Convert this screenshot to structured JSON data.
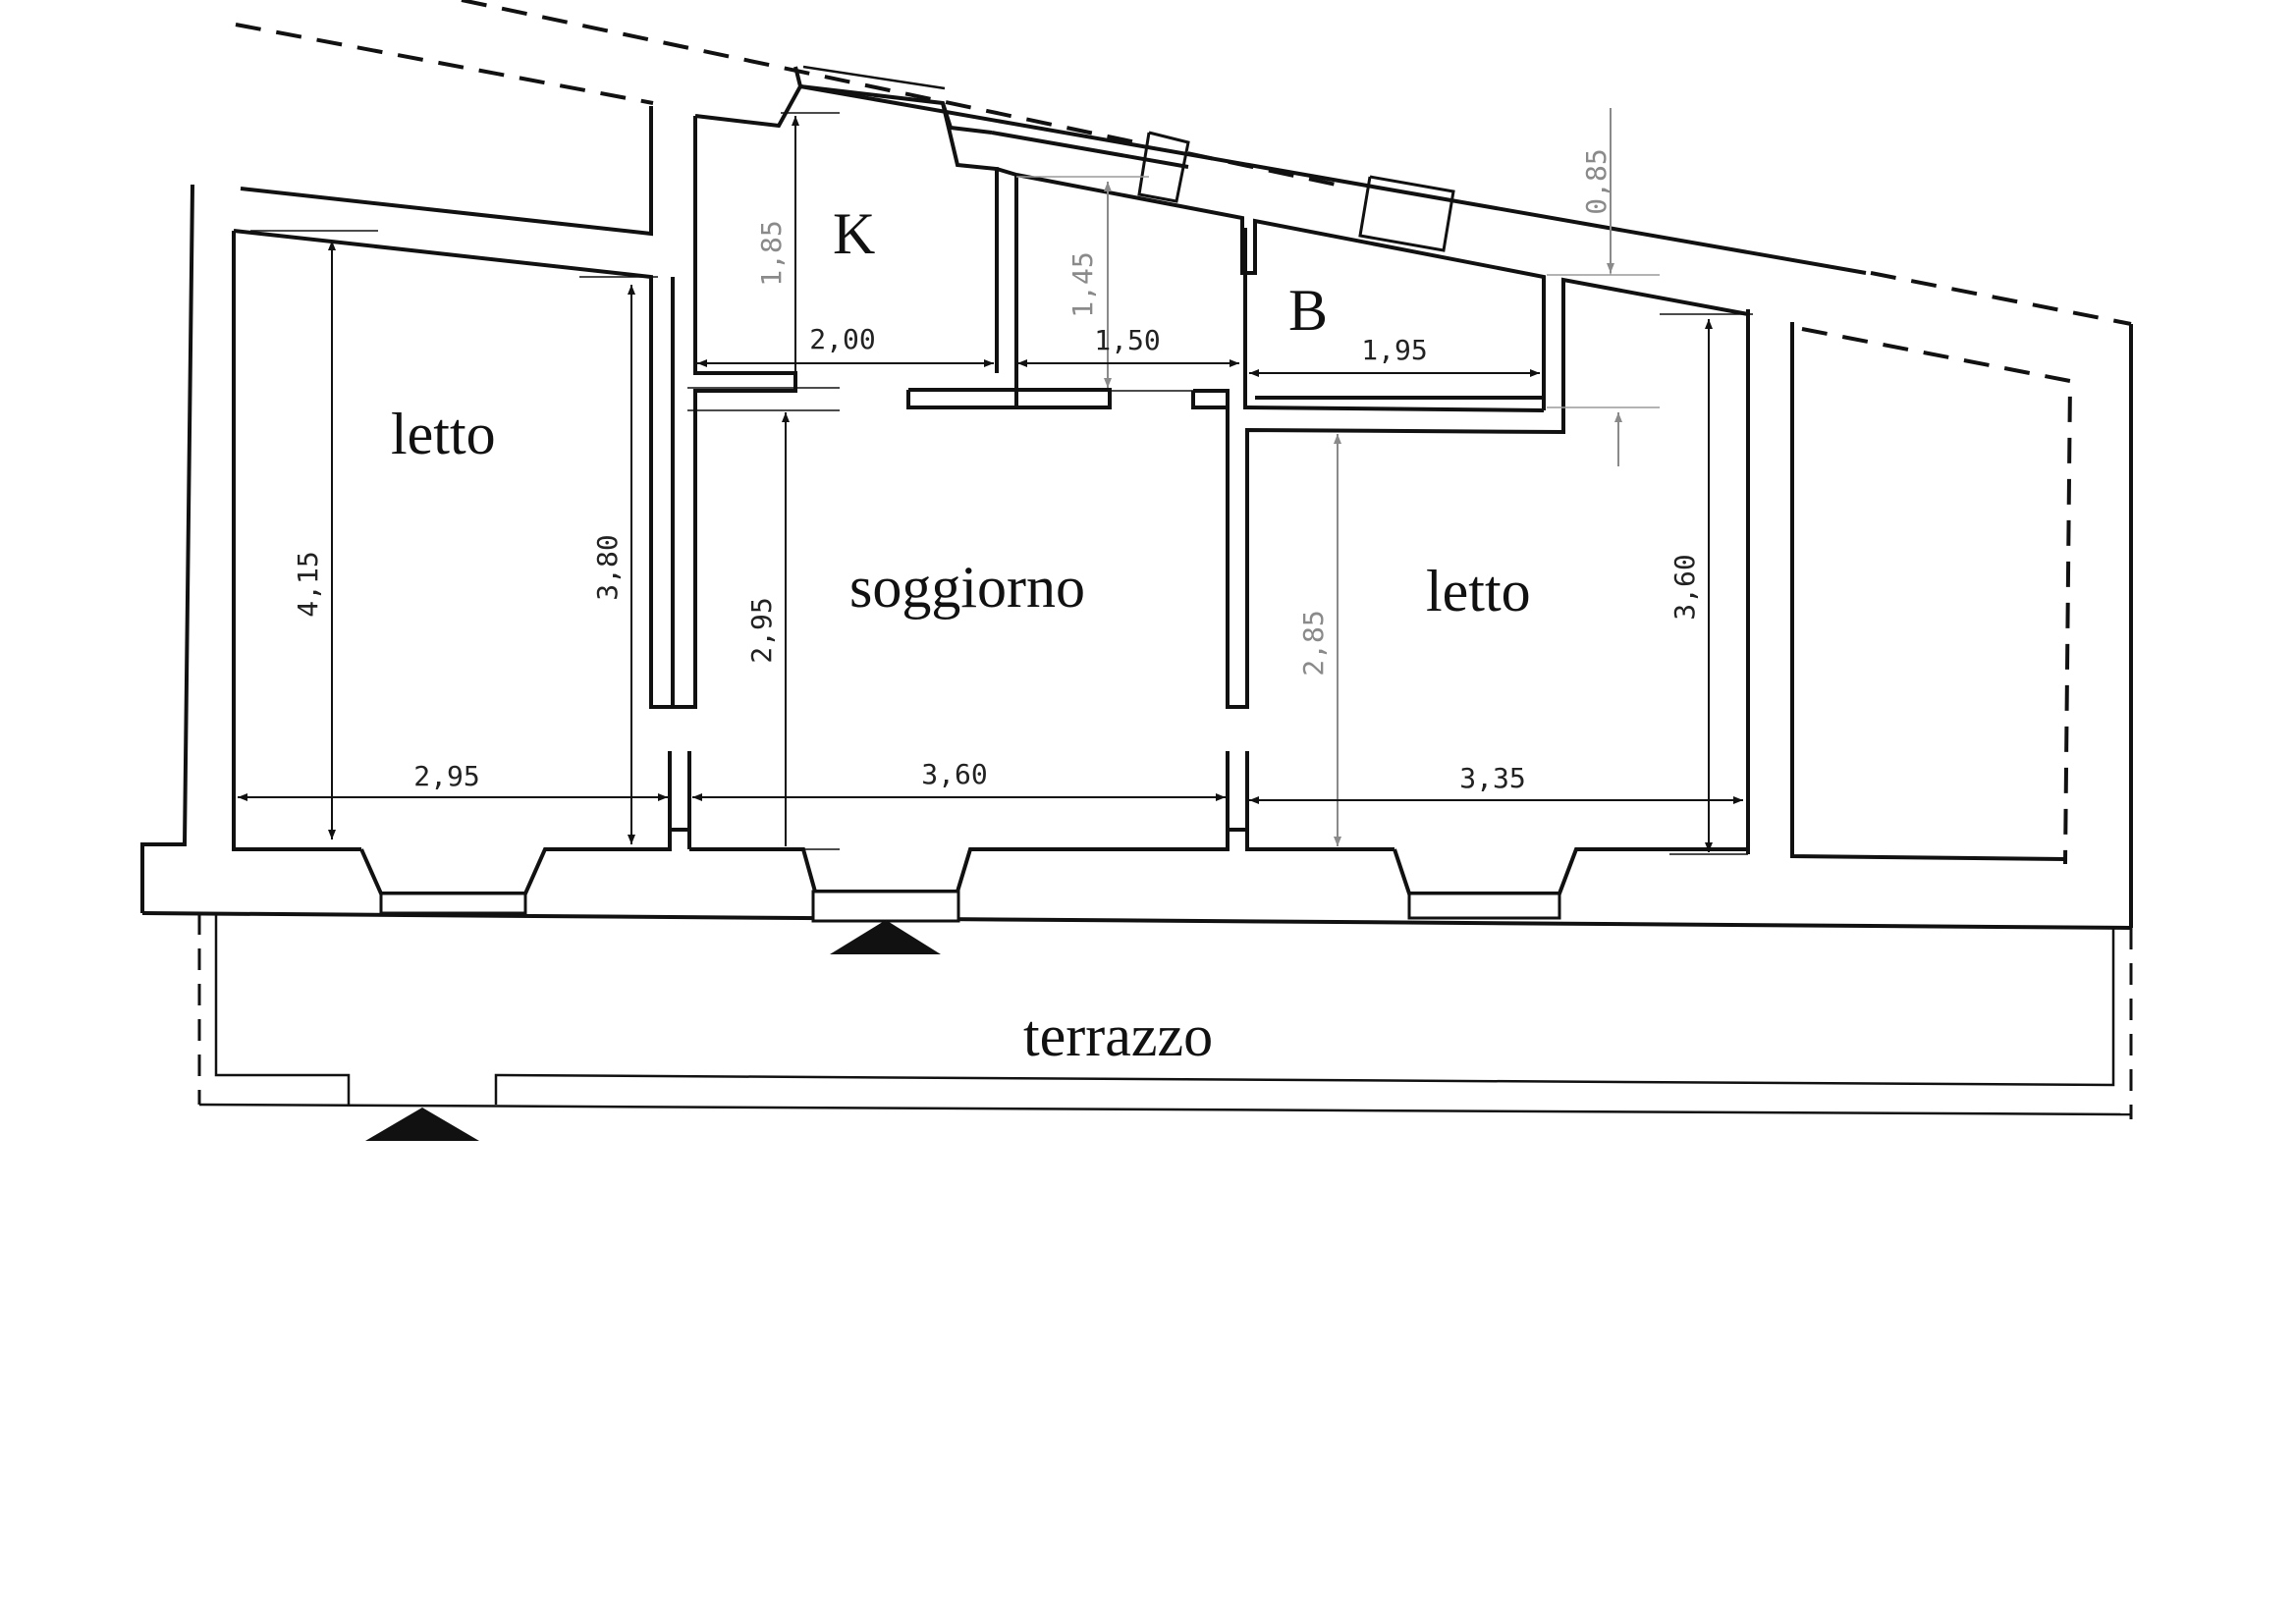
{
  "rooms": {
    "bedroom_left": "letto",
    "kitchen": "K",
    "living": "soggiorno",
    "bathroom": "B",
    "bedroom_right": "letto",
    "terrace": "terrazzo"
  },
  "dimensions": {
    "bedroom_left_height_outer": "4,15",
    "bedroom_left_height_inner": "3,80",
    "bedroom_left_width": "2,95",
    "kitchen_height": "1,85",
    "kitchen_width": "2,00",
    "corridor_height": "1,45",
    "corridor_width": "1,50",
    "bathroom_width": "1,95",
    "bathroom_depth": "0,85",
    "living_height": "2,95",
    "living_width": "3,60",
    "bedroom_right_height_inner": "2,85",
    "bedroom_right_height_outer": "3,60",
    "bedroom_right_width": "3,35"
  },
  "colors": {
    "lines": "#111111",
    "grey_dimensions": "#8a8a8a",
    "background": "#ffffff"
  }
}
